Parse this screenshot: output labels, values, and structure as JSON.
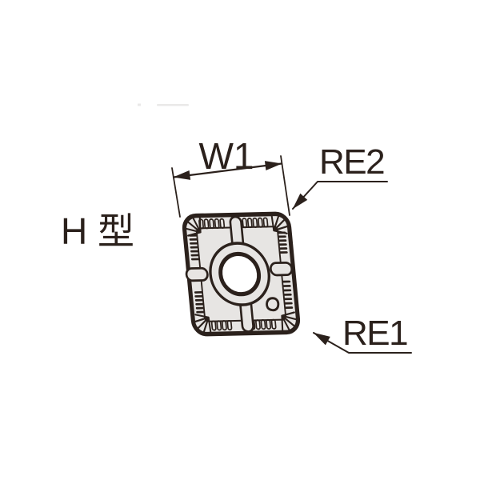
{
  "diagram": {
    "title_label": "H 型",
    "dimension_labels": {
      "w1": "W1",
      "re2": "RE2",
      "re1": "RE1"
    },
    "colors": {
      "line": "#2b211c",
      "insert_fill": "#e7e5e3",
      "hole_fill": "#ffffff",
      "background": "#ffffff"
    },
    "description": "milling-insert-technical-drawing"
  }
}
